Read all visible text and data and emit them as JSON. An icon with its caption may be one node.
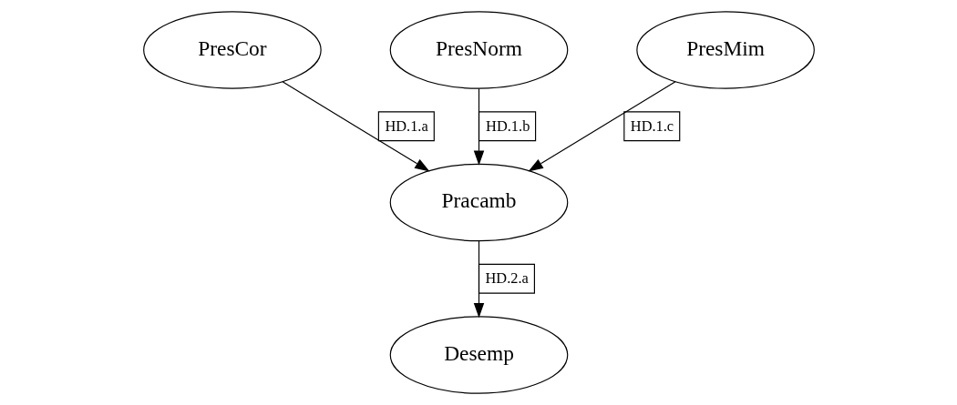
{
  "diagram": {
    "nodes": [
      {
        "text": [
          "PresCor"
        ]
      },
      {
        "text": [
          "PresNorm"
        ]
      },
      {
        "text": [
          "PresMim"
        ]
      },
      {
        "text": [
          "Pracamb"
        ]
      },
      {
        "text": [
          "Desemp"
        ]
      }
    ],
    "edges": [
      {
        "from": 0,
        "to": 3,
        "arrow": "to",
        "label": "HD.1.a"
      },
      {
        "from": 1,
        "to": 3,
        "arrow": "to",
        "label": "HD.1.b"
      },
      {
        "from": 2,
        "to": 3,
        "arrow": "to",
        "label": "HD.1.c"
      },
      {
        "from": 3,
        "to": 4,
        "arrow": "to",
        "label": "HD.2.a"
      }
    ]
  }
}
